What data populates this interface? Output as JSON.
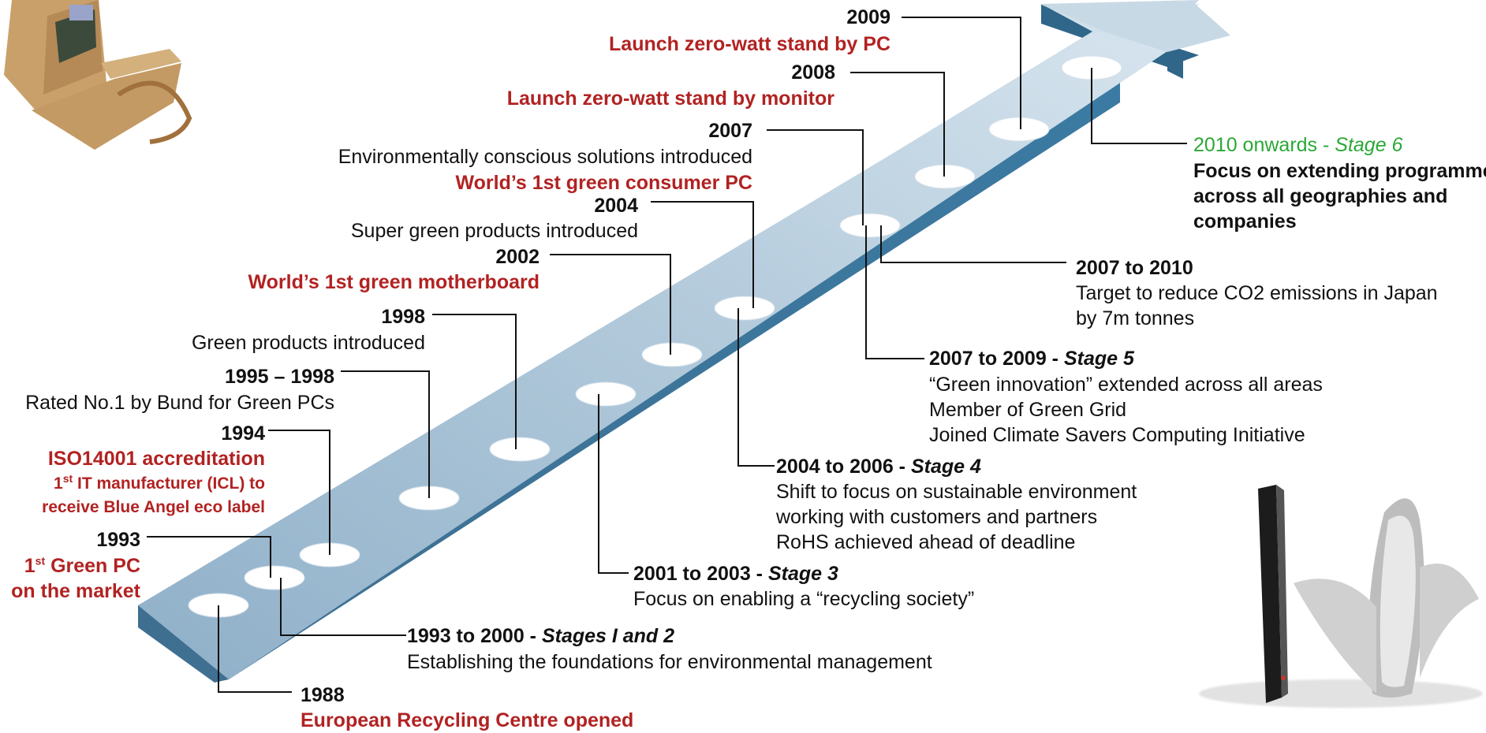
{
  "milestones": {
    "m2009": {
      "year": "2009",
      "text": "Launch zero-watt stand by PC"
    },
    "m2008": {
      "year": "2008",
      "text": "Launch zero-watt  stand by monitor"
    },
    "m2007": {
      "year": "2007",
      "line1": "Environmentally conscious solutions introduced",
      "line2": "World’s 1st green consumer PC"
    },
    "m2004": {
      "year": "2004",
      "text": "Super green products introduced"
    },
    "m2002": {
      "year": "2002",
      "text": "World’s 1st green motherboard"
    },
    "m1998": {
      "year": "1998",
      "text": "Green products introduced"
    },
    "m1995": {
      "year": "1995 – 1998",
      "text": "Rated No.1 by Bund for Green PCs"
    },
    "m1994": {
      "year": "1994",
      "line1": "ISO14001 accreditation",
      "line2_pre": "1",
      "line2_sup": "st",
      "line2_post": " IT manufacturer (ICL) to",
      "line3": "receive Blue Angel eco label"
    },
    "m1993": {
      "year": "1993",
      "line1_pre": "1",
      "line1_sup": "st",
      "line1_post": " Green PC",
      "line2": "on the market"
    },
    "m1988": {
      "year": "1988",
      "text": "European Recycling Centre opened"
    }
  },
  "stages": {
    "s6": {
      "prefix": "2010 onwards - ",
      "name": "Stage 6",
      "lines": [
        "Focus on extending programme",
        "across all geographies and",
        "companies"
      ]
    },
    "target": {
      "title": "2007 to 2010",
      "lines": [
        "Target to reduce CO2 emissions in Japan",
        "by 7m tonnes"
      ]
    },
    "s5": {
      "prefix": "2007 to 2009 - ",
      "name": "Stage 5",
      "lines": [
        "“Green innovation” extended across all areas",
        "Member of Green Grid",
        "Joined Climate Savers Computing Initiative"
      ]
    },
    "s4": {
      "prefix": "2004 to 2006 - ",
      "name": "Stage 4",
      "lines": [
        "Shift to focus on sustainable environment",
        "working with customers and partners",
        "RoHS achieved ahead of deadline"
      ]
    },
    "s3": {
      "prefix": "2001 to 2003 - ",
      "name": "Stage 3",
      "lines": [
        "Focus on enabling a “recycling society”"
      ]
    },
    "s12": {
      "prefix": "1993 to 2000 - ",
      "name": "Stages I and 2",
      "lines": [
        "Establishing the foundations for environmental management"
      ]
    }
  },
  "colors": {
    "accent_red": "#b22222",
    "accent_green": "#2aa836",
    "arrow_light": "#b9cfe0",
    "arrow_dark": "#3b78a0"
  },
  "images": [
    "laptop-image",
    "phone-and-corn-image"
  ]
}
